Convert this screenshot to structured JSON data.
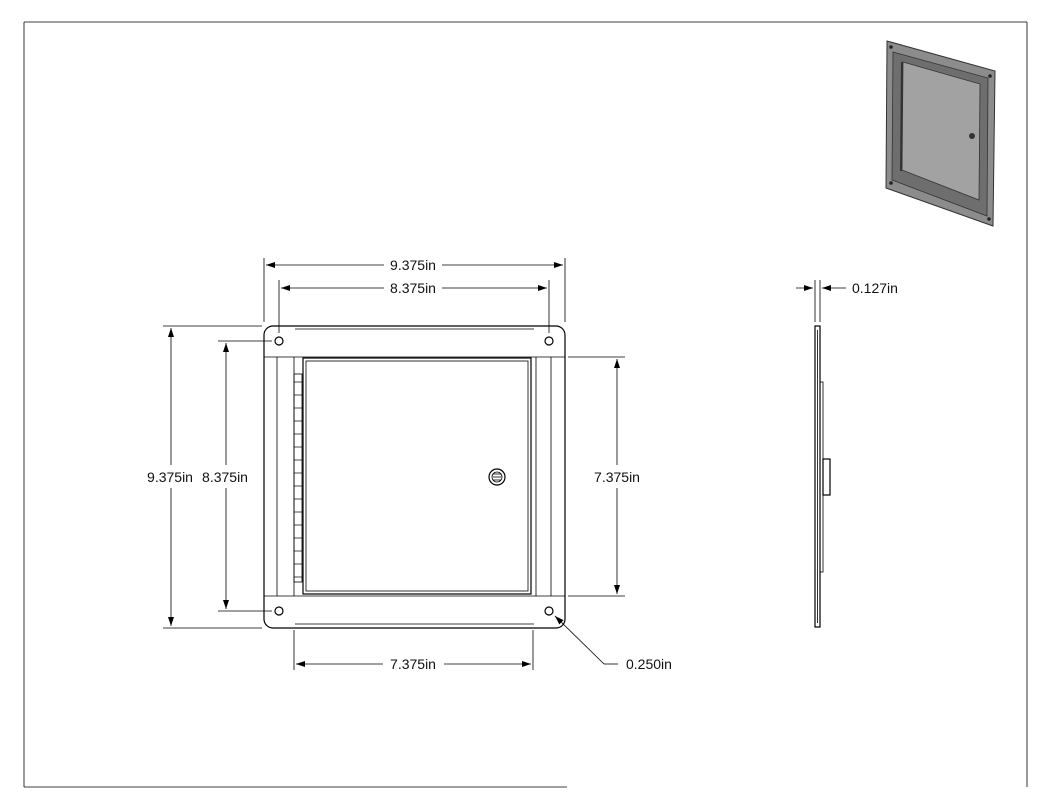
{
  "dimensions": {
    "overall_width": "9.375in",
    "flange_span_width": "8.375in",
    "overall_height": "9.375in",
    "flange_span_height": "8.375in",
    "door_height": "7.375in",
    "door_width": "7.375in",
    "thickness": "0.127in",
    "hole_diameter": "0.250in"
  },
  "colors": {
    "line": "#000000",
    "iso_dark": "#5e5e5e",
    "iso_light": "#9a9a9a",
    "iso_mid": "#7b7b7b"
  }
}
